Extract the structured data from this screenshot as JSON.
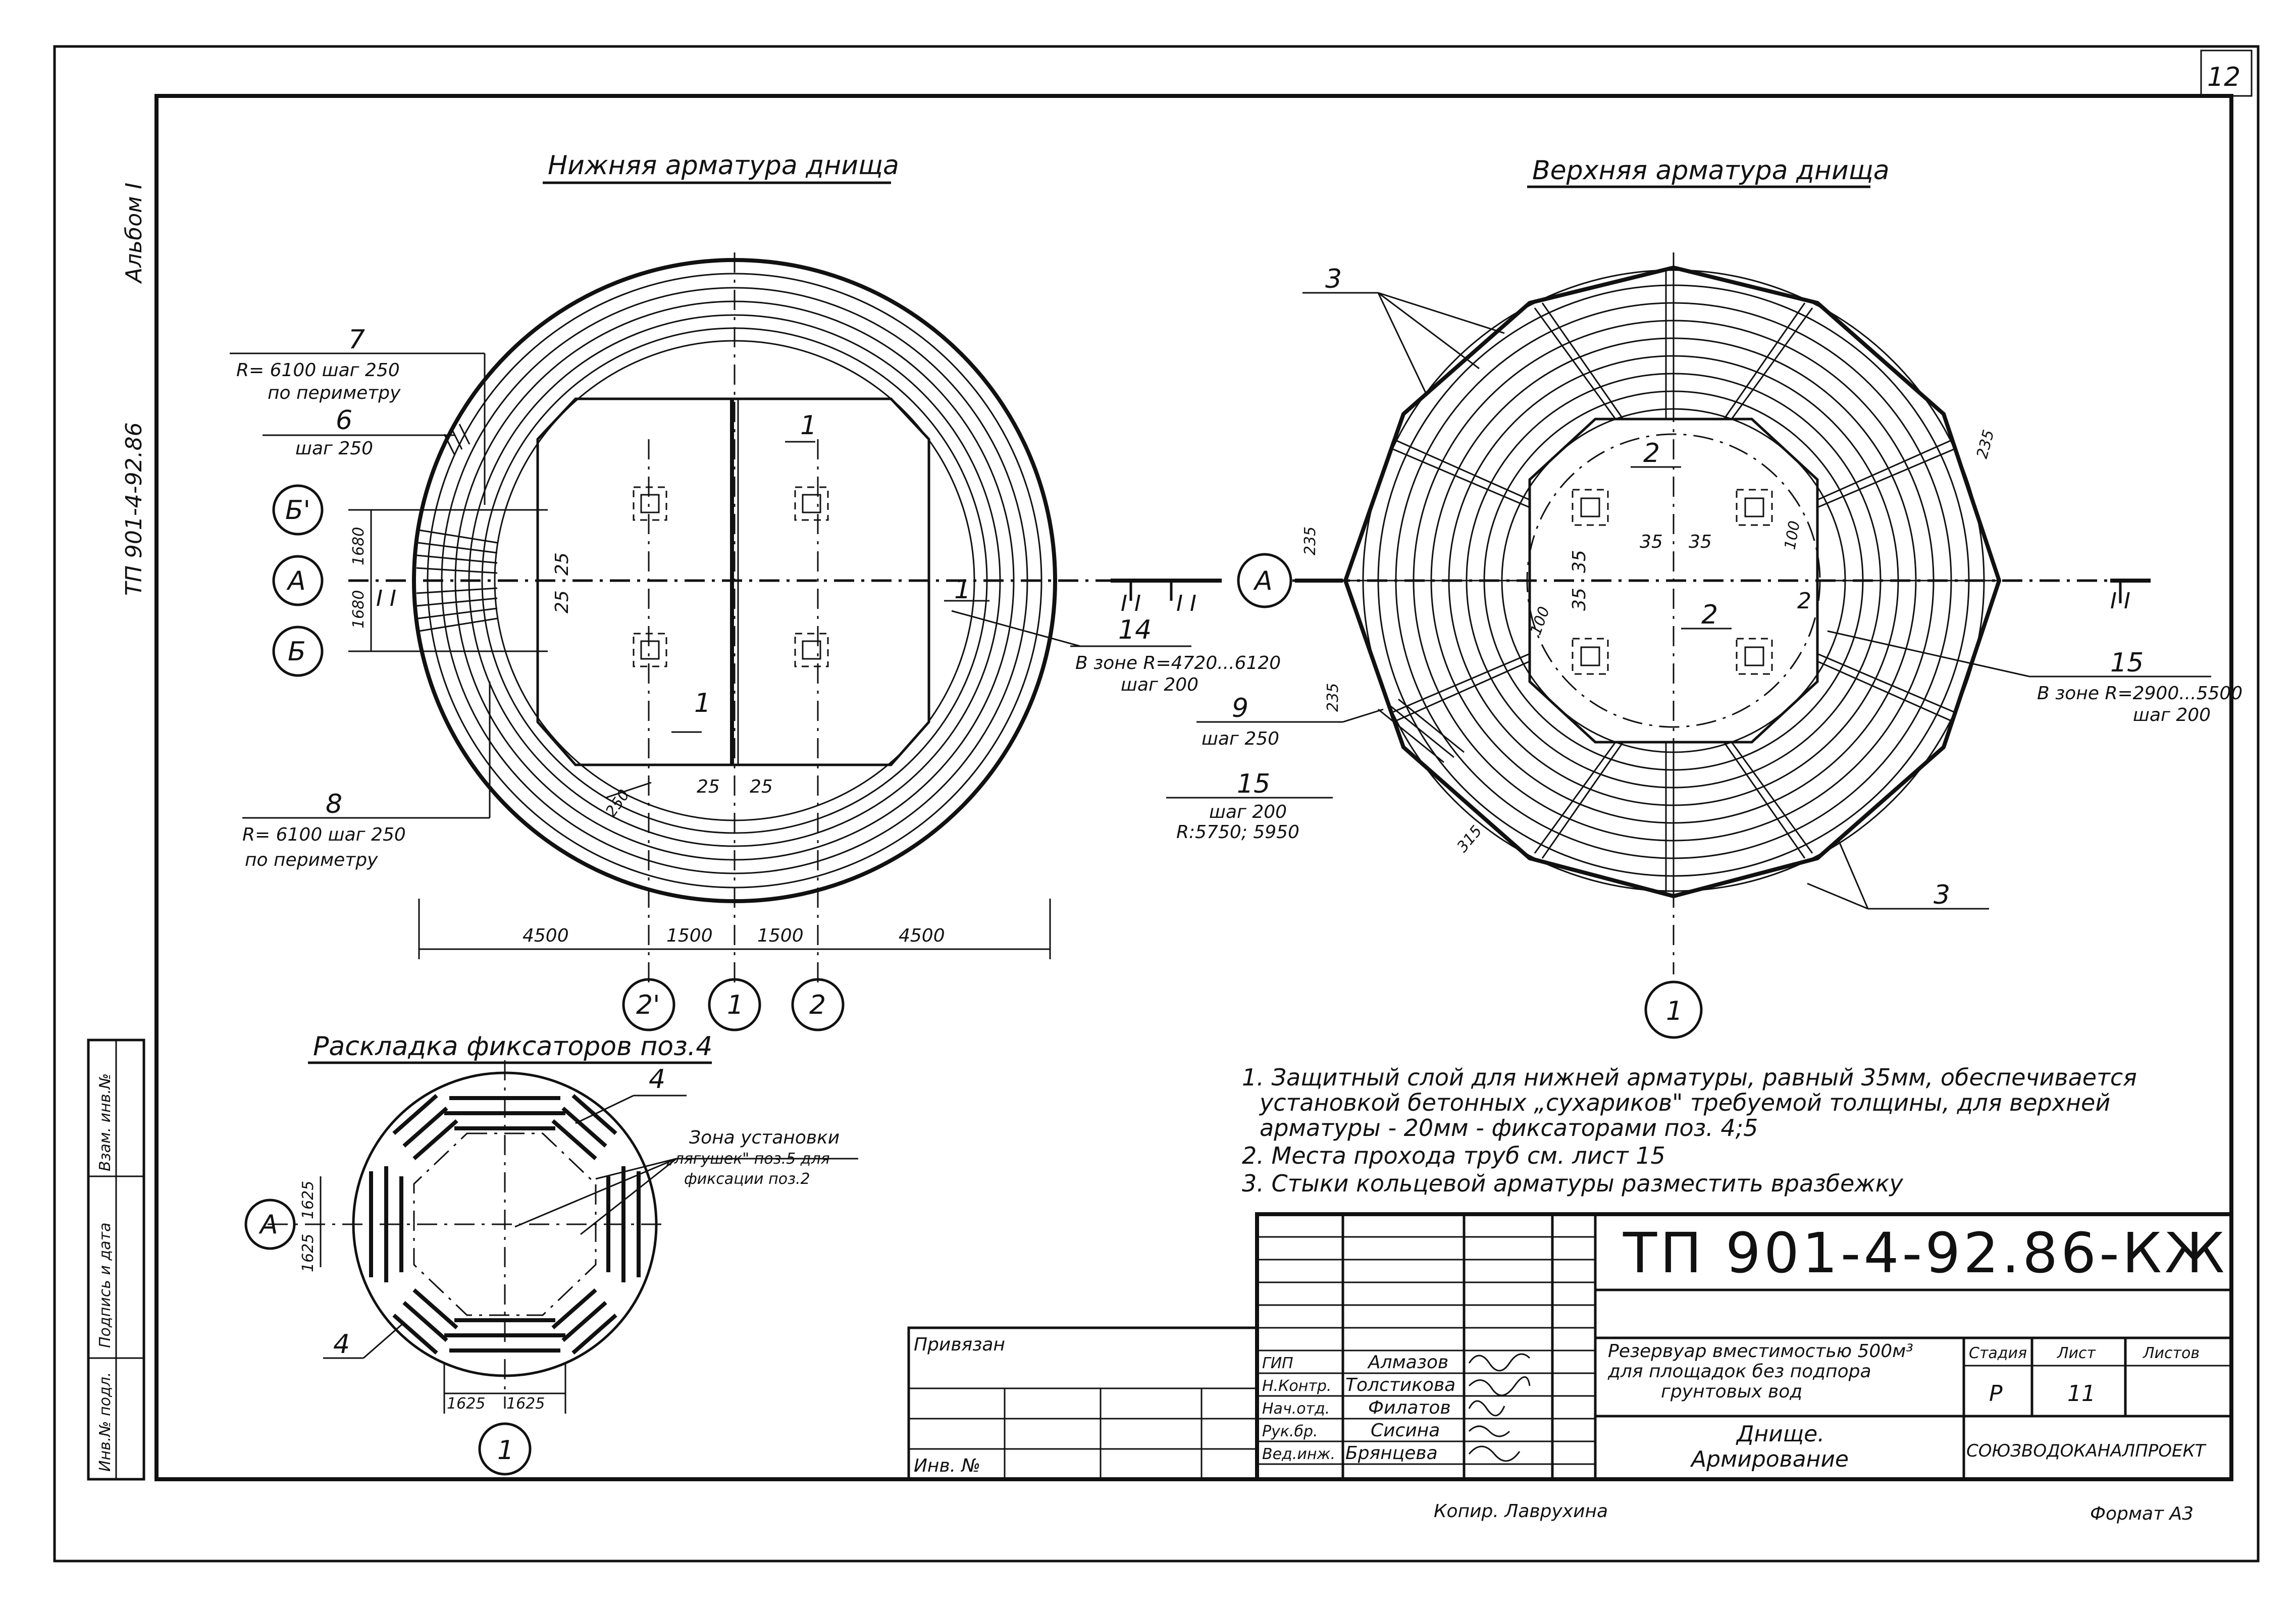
{
  "sheet": {
    "page_number": "12",
    "album": "Альбом I",
    "side_code": "ТП 901-4-92.86",
    "format": "Формат А3",
    "copied_by": "Копир. Лаврухина"
  },
  "views": {
    "bottom_title": "Нижняя арматура днища",
    "top_title": "Верхняя арматура днища",
    "fixators_title": "Раскладка фиксаторов поз.4"
  },
  "bottom_view": {
    "pos7": "7",
    "pos7_line1": "R= 6100 шаг 250",
    "pos7_line2": "по периметру",
    "pos6": "6",
    "pos6_line1": "шаг 250",
    "pos8": "8",
    "pos8_line1": "R= 6100 шаг 250",
    "pos8_line2": "по периметру",
    "pos14": "14",
    "pos14_line1": "В зоне R=4720...6120",
    "pos14_line2": "шаг 200",
    "pos1": "1",
    "axis_b_prime": "Б'",
    "axis_a": "А",
    "axis_b": "Б",
    "dim_1680a": "1680",
    "dim_1680b": "1680",
    "dim_25a": "25",
    "dim_25b": "25",
    "dim_25c": "25",
    "dim_25d": "25",
    "dim_250": "250",
    "dim_4500a": "4500",
    "dim_1500a": "1500",
    "dim_1500b": "1500",
    "dim_4500b": "4500",
    "axis_2prime": "2'",
    "axis_1": "1",
    "axis_2": "2",
    "section_mark": "I I"
  },
  "top_view": {
    "pos3a": "3",
    "pos3b": "3",
    "pos2a": "2",
    "pos2b": "2",
    "pos2c": "2",
    "pos9": "9",
    "pos9_line1": "шаг 250",
    "pos15a": "15",
    "pos15a_line1": "шаг 200",
    "pos15a_line2": "R:5750; 5950",
    "pos15b": "15",
    "pos15b_line1": "В зоне R=2900...5500",
    "pos15b_line2": "шаг 200",
    "axis_a": "А",
    "axis_1": "1",
    "dim_235a": "235",
    "dim_235b": "235",
    "dim_235c": "235",
    "dim_35a": "35",
    "dim_35b": "35",
    "dim_35c": "35",
    "dim_35d": "35",
    "dim_100a": "100",
    "dim_100b": "100",
    "dim_315": "315"
  },
  "fixators_view": {
    "pos4a": "4",
    "pos4b": "4",
    "zone_line1": "Зона установки",
    "zone_line2": "„лягушек\" поз.5 для",
    "zone_line3": "фиксации поз.2",
    "axis_a": "А",
    "axis_1": "1",
    "dim_1625a": "1625",
    "dim_1625b": "1625",
    "dim_1625c": "1625",
    "dim_1625d": "1625"
  },
  "notes": [
    "1. Защитный слой для нижней арматуры, равный 35мм, обеспечивается",
    "установкой бетонных „сухариков\" требуемой толщины, для верхней",
    "арматуры - 20мм - фиксаторами поз. 4;5",
    "2. Места прохода труб см. лист 15",
    "3. Стыки кольцевой арматуры разместить вразбежку"
  ],
  "title_block": {
    "code": "ТП 901-4-92.86-КЖ",
    "project_line1": "Резервуар вместимостью 500м³",
    "project_line2": "для площадок без подпора",
    "project_line3": "грунтовых вод",
    "drawing_line1": "Днище.",
    "drawing_line2": "Армирование",
    "stage_hdr": "Стадия",
    "sheet_hdr": "Лист",
    "sheets_hdr": "Листов",
    "stage": "Р",
    "sheet_no": "11",
    "org": "СОЮЗВОДОКАНАЛПРОЕКТ",
    "attached": "Привязан",
    "inv_no": "Инв. №",
    "roles": [
      "ГИП",
      "Н.Контр.",
      "Нач.отд.",
      "Рук.бр.",
      "Вед.инж."
    ],
    "names": [
      "Алмазов",
      "Толстикова",
      "Филатов",
      "Сисина",
      "Брянцева"
    ]
  },
  "side_stamp": {
    "inv_orig": "Инв.№ подл.",
    "sign_date": "Подпись и дата",
    "inv_replace": "Взам. инв.№"
  }
}
